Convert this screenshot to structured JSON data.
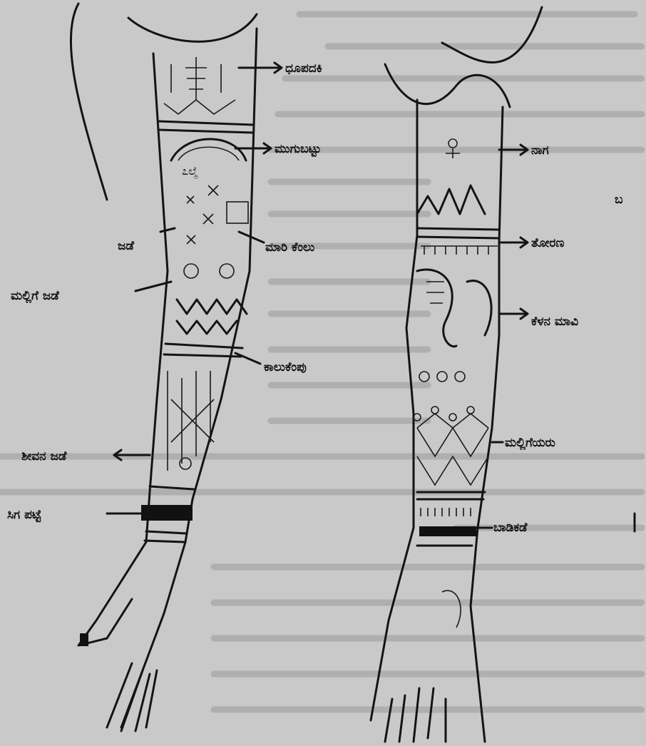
{
  "figure": {
    "left_arm_labels": [
      {
        "id": "top",
        "text": "ಧೂಪದಕಿ"
      },
      {
        "id": "mango-left",
        "text": "ಮುಗುಬಟ್ಟು"
      },
      {
        "id": "jade",
        "text": "ಜಡೆ"
      },
      {
        "id": "kolumbi",
        "text": "ಮಾರಿ ಕೆಂಲು"
      },
      {
        "id": "flower",
        "text": "ಮಲ್ಲಿಗೆ ಜಡೆ"
      },
      {
        "id": "midband",
        "text": "ಕಾಲುಕೆಂಪು"
      },
      {
        "id": "lower",
        "text": "ಶೀವನ ಜಡೆ"
      },
      {
        "id": "wrist",
        "text": "ಸಿಗ ಪಟ್ಟೆ"
      }
    ],
    "right_arm_labels": [
      {
        "id": "top-right",
        "text": "ನಾಗ"
      },
      {
        "id": "stray",
        "text": "ಬ"
      },
      {
        "id": "band-right",
        "text": "ತೋರಣ"
      },
      {
        "id": "mango-right",
        "text": "ಕೆಳನ ಮಾವಿ"
      },
      {
        "id": "pattern-right",
        "text": "ಮಲ್ಲಿಗೆಯರು"
      },
      {
        "id": "wrist-right",
        "text": "ಬಾಡಿಕಡೆ"
      }
    ]
  }
}
